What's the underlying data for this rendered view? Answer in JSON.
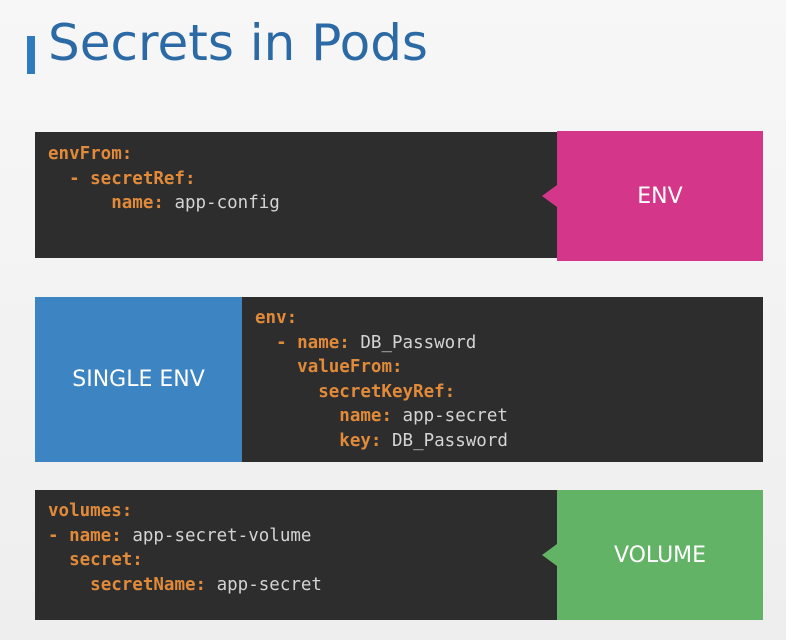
{
  "title": "Secrets in Pods",
  "colors": {
    "title": "#2c6aa6",
    "accent_bar": "#2e7bbf",
    "code_bg": "#2d2d2d",
    "key": "#e08a3a",
    "value": "#d4d4d4",
    "env_tag": "#d4378a",
    "single_env_tag": "#3d84c2",
    "volume_tag": "#62b366"
  },
  "sections": {
    "env": {
      "label": "ENV",
      "code": [
        {
          "key": "envFrom:",
          "value": ""
        },
        {
          "key": "- secretRef:",
          "value": ""
        },
        {
          "key": "name:",
          "value": "app-config"
        }
      ]
    },
    "single_env": {
      "label": "SINGLE ENV",
      "code": [
        {
          "key": "env:",
          "value": ""
        },
        {
          "key": "- name:",
          "value": "DB_Password"
        },
        {
          "key": "valueFrom:",
          "value": ""
        },
        {
          "key": "secretKeyRef:",
          "value": ""
        },
        {
          "key": "name:",
          "value": "app-secret"
        },
        {
          "key": "key:",
          "value": "DB_Password"
        }
      ]
    },
    "volume": {
      "label": "VOLUME",
      "code": [
        {
          "key": "volumes:",
          "value": ""
        },
        {
          "key": "- name:",
          "value": "app-secret-volume"
        },
        {
          "key": "secret:",
          "value": ""
        },
        {
          "key": "secretName:",
          "value": "app-secret"
        }
      ]
    }
  }
}
